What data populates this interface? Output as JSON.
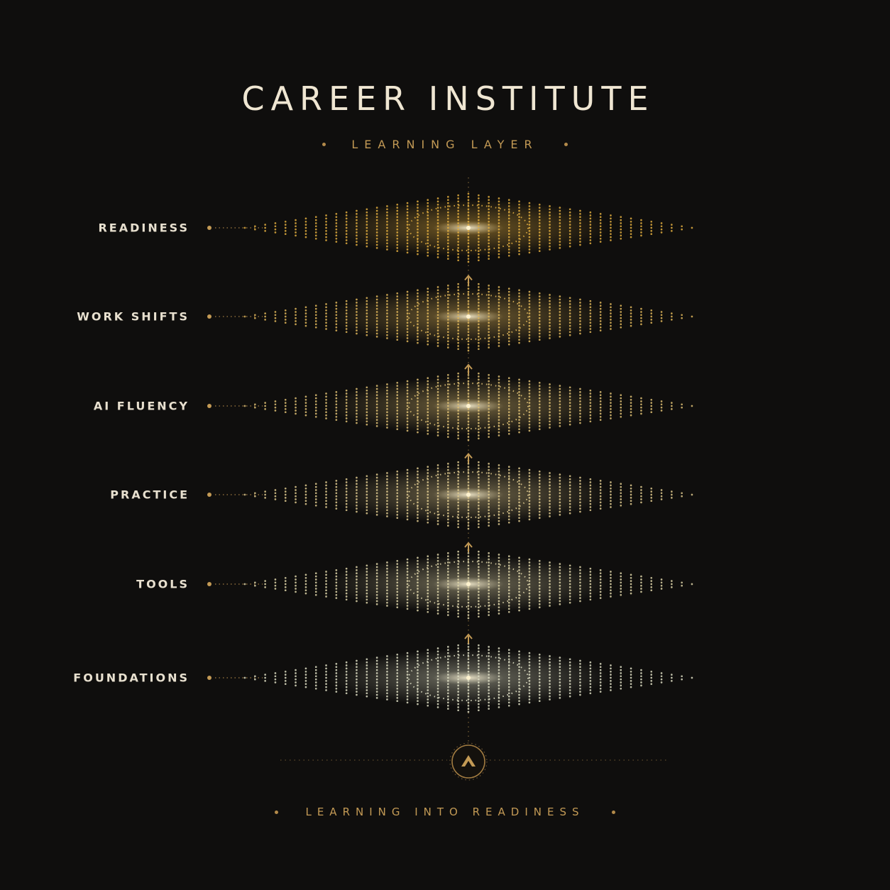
{
  "header": {
    "title": "CAREER INSTITUTE",
    "subtitle": "LEARNING LAYER"
  },
  "layers": [
    {
      "label": "READINESS"
    },
    {
      "label": "WORK SHIFTS"
    },
    {
      "label": "AI FLUENCY"
    },
    {
      "label": "PRACTICE"
    },
    {
      "label": "TOOLS"
    },
    {
      "label": "FOUNDATIONS"
    }
  ],
  "footer": {
    "tagline": "LEARNING INTO READINESS"
  },
  "icons": {
    "emblem": "chevron-up-icon",
    "connector": "arrow-up-icon"
  },
  "colors": {
    "background": "#0f0e0d",
    "gold": "#c39a55",
    "top_layer": "#e0ad40",
    "bottom_layer": "#dcdcc2",
    "label": "#e8e0cf"
  }
}
